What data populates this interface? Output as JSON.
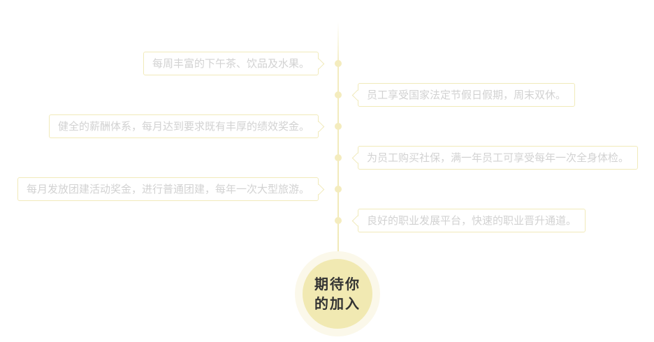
{
  "timeline": {
    "items": [
      {
        "side": "left",
        "text": "每周丰富的下午茶、饮品及水果。"
      },
      {
        "side": "right",
        "text": "员工享受国家法定节假日假期，周末双休。"
      },
      {
        "side": "left",
        "text": "健全的薪酬体系，每月达到要求既有丰厚的绩效奖金。"
      },
      {
        "side": "right",
        "text": "为员工购买社保，满一年员工可享受每年一次全身体检。"
      },
      {
        "side": "left",
        "text": "每月发放团建活动奖金，进行普通团建，每年一次大型旅游。"
      },
      {
        "side": "right",
        "text": "良好的职业发展平台，快速的职业晋升通道。"
      }
    ]
  },
  "badge": {
    "line1": "期待你",
    "line2": "的加入"
  },
  "colors": {
    "accent": "#f1e9b2",
    "line": "#f3ecc0",
    "text": "#d2d2d2",
    "badge_text": "#333333"
  }
}
